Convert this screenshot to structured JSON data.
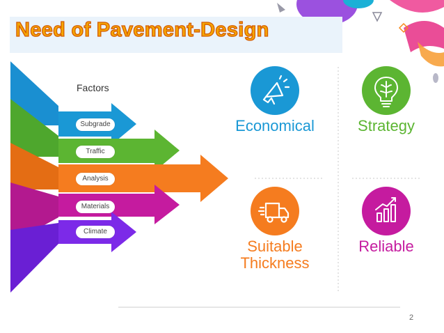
{
  "title": "Need of Pavement-Design",
  "factors": {
    "heading": "Factors",
    "items": [
      {
        "label": "Subgrade"
      },
      {
        "label": "Traffic"
      },
      {
        "label": "Analysis"
      },
      {
        "label": "Materials"
      },
      {
        "label": "Climate"
      }
    ]
  },
  "needs": [
    {
      "label": "Economical",
      "color": "#1a98d5",
      "icon": "megaphone-icon"
    },
    {
      "label": "Strategy",
      "color": "#5cb532",
      "icon": "lightbulb-brain-icon"
    },
    {
      "label": "Suitable Thickness",
      "color": "#f57c1f",
      "icon": "delivery-truck-icon"
    },
    {
      "label": "Reliable",
      "color": "#c51b9f",
      "icon": "growth-chart-icon"
    }
  ],
  "arrow_colors": [
    "#1a8fd1",
    "#5cb532",
    "#f57c1f",
    "#c51b9f",
    "#7424e0"
  ],
  "page_number": "2"
}
